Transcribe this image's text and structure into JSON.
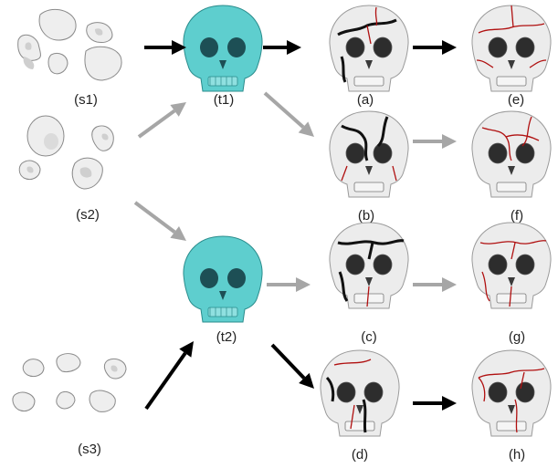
{
  "labels": {
    "s1": "(s1)",
    "s2": "(s2)",
    "s3": "(s3)",
    "t1": "(t1)",
    "t2": "(t2)",
    "a": "(a)",
    "b": "(b)",
    "c": "(c)",
    "d": "(d)",
    "e": "(e)",
    "f": "(f)",
    "g": "(g)",
    "h": "(h)"
  },
  "colors": {
    "template": "#5ecece",
    "bone": "#ececec",
    "crack": "#b01010",
    "arrow_black": "#000000",
    "arrow_gray": "#a6a6a6"
  },
  "arrows": [
    {
      "from": "s1",
      "to": "t1",
      "color": "black"
    },
    {
      "from": "t1",
      "to": "a",
      "color": "black"
    },
    {
      "from": "a",
      "to": "e",
      "color": "black"
    },
    {
      "from": "s2",
      "to": "t1",
      "color": "gray"
    },
    {
      "from": "t1",
      "to": "b",
      "color": "gray"
    },
    {
      "from": "b",
      "to": "f",
      "color": "gray"
    },
    {
      "from": "s2",
      "to": "t2",
      "color": "gray"
    },
    {
      "from": "t2",
      "to": "c",
      "color": "gray"
    },
    {
      "from": "c",
      "to": "g",
      "color": "gray"
    },
    {
      "from": "s3",
      "to": "t2",
      "color": "black"
    },
    {
      "from": "t2",
      "to": "d",
      "color": "black"
    },
    {
      "from": "d",
      "to": "h",
      "color": "black"
    }
  ]
}
